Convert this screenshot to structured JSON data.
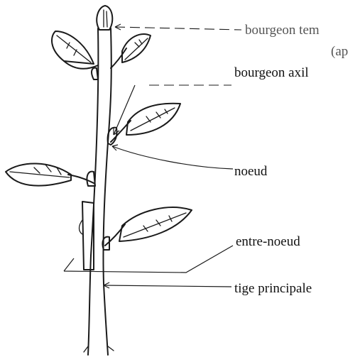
{
  "labels": {
    "bud_terminal": "bourgeon tem",
    "bud_terminal_note": "(ap",
    "bud_axillary": "bourgeon axil",
    "node": "noeud",
    "internode": "entre-noeud",
    "main_stem": "tige principale"
  }
}
